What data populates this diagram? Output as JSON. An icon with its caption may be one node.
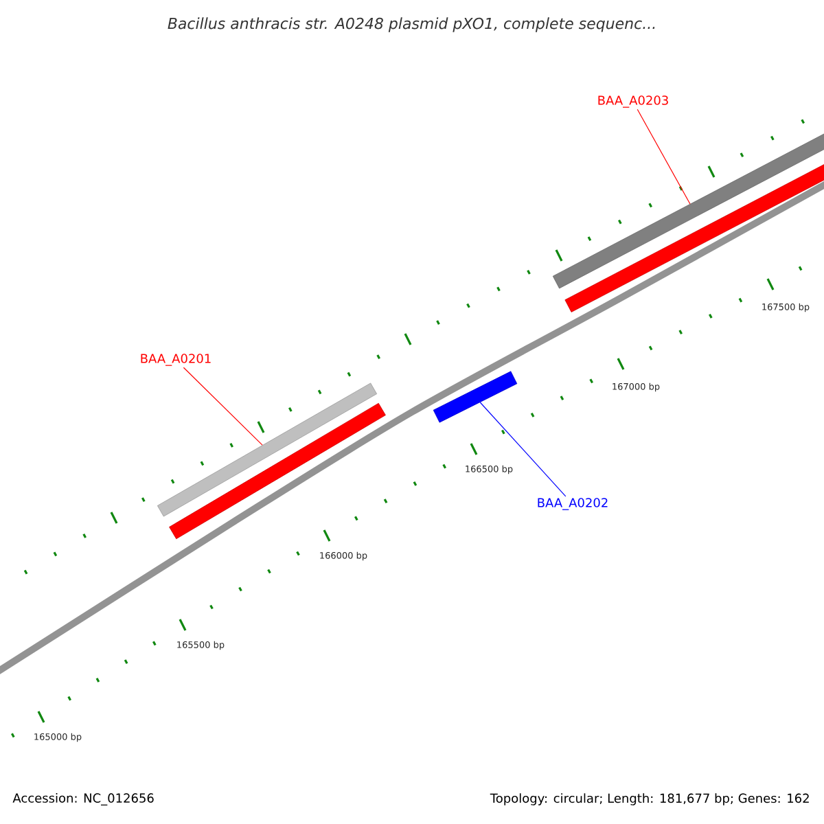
{
  "diagram": {
    "title": "Bacillus anthracis str. A0248 plasmid pXO1, complete sequenc...",
    "nodes": [
      {
        "text": [
          "BAA_A0203"
        ]
      },
      {
        "text": [],
        "shape": "bar"
      },
      {
        "text": [],
        "shape": "bar"
      },
      {
        "text": [
          "BAA_A0201"
        ]
      },
      {
        "text": [],
        "shape": "bar"
      },
      {
        "text": [],
        "shape": "bar"
      },
      {
        "text": [],
        "shape": "bar"
      },
      {
        "text": [
          "BAA_A0202"
        ]
      }
    ],
    "edges": [
      {
        "from": 0,
        "to": 1,
        "arrow": "none"
      },
      {
        "from": 3,
        "to": 4,
        "arrow": "none"
      },
      {
        "from": 7,
        "to": 6,
        "arrow": "none",
        "color": "#0000ff"
      }
    ],
    "labels": [
      "167500 bp",
      "167000 bp",
      "166500 bp",
      "166000 bp",
      "165500 bp",
      "165000 bp",
      "Accession: NC_012656",
      "Topology: circular; Length: 181,677 bp; Genes: 162"
    ]
  }
}
